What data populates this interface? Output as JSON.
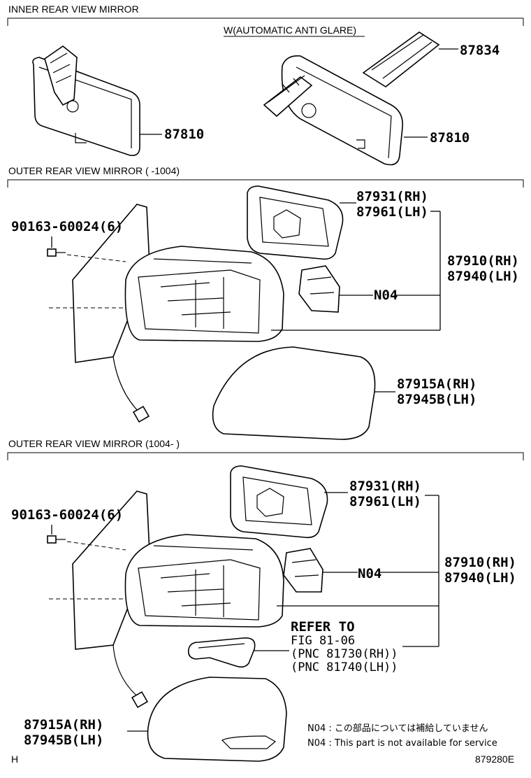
{
  "sections": {
    "inner": {
      "title": "INNER REAR VIEW MIRROR",
      "variant": "W(AUTOMATIC ANTI GLARE)"
    },
    "outer1": {
      "title": "OUTER REAR VIEW MIRROR (     -1004)"
    },
    "outer2": {
      "title": "OUTER REAR VIEW MIRROR (1004-     )"
    }
  },
  "parts": {
    "p87834": "87834",
    "p87810a": "87810",
    "p87810b": "87810",
    "o1_screw": "90163-60024(6)",
    "o1_87931": "87931(RH)",
    "o1_87961": "87961(LH)",
    "o1_87910": "87910(RH)",
    "o1_87940": "87940(LH)",
    "o1_n04": "N04",
    "o1_87915": "87915A(RH)",
    "o1_87945": "87945B(LH)",
    "o2_screw": "90163-60024(6)",
    "o2_87931": "87931(RH)",
    "o2_87961": "87961(LH)",
    "o2_87910": "87910(RH)",
    "o2_87940": "87940(LH)",
    "o2_n04": "N04",
    "o2_87915": "87915A(RH)",
    "o2_87945": "87945B(LH)"
  },
  "refer": {
    "line1": "REFER TO",
    "line2": "FIG 81-06",
    "line3": "(PNC 81730(RH))",
    "line4": "(PNC 81740(LH))"
  },
  "notes": {
    "jp": "N04 :  この部品については補給していません",
    "en": "N04 :  This part is not available for service"
  },
  "footer": {
    "left": "H",
    "right": "879280E"
  }
}
